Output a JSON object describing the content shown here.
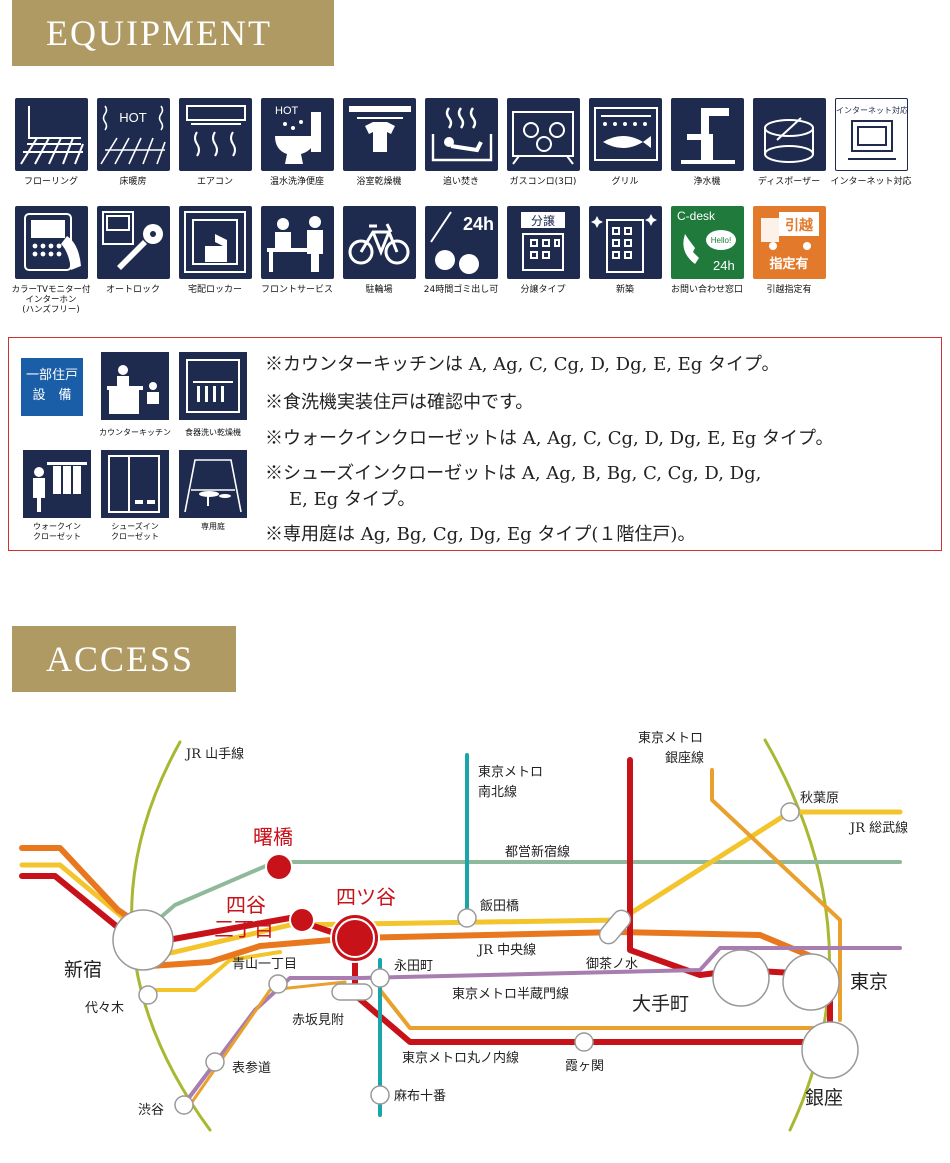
{
  "equipment": {
    "title": "EQUIPMENT",
    "row1": [
      {
        "icon": "flooring-icon",
        "label": "フローリング"
      },
      {
        "icon": "floor-heating-icon",
        "label": "床暖房",
        "tile_text": "HOT"
      },
      {
        "icon": "air-conditioner-icon",
        "label": "エアコン"
      },
      {
        "icon": "washlet-icon",
        "label": "温水洗浄便座",
        "tile_text": "HOT"
      },
      {
        "icon": "bathroom-dryer-icon",
        "label": "浴室乾燥機"
      },
      {
        "icon": "reheating-bath-icon",
        "label": "追い焚き"
      },
      {
        "icon": "gas-stove-icon",
        "label": "ガスコンロ(3口)"
      },
      {
        "icon": "grill-icon",
        "label": "グリル"
      },
      {
        "icon": "water-purifier-icon",
        "label": "浄水機"
      },
      {
        "icon": "disposer-icon",
        "label": "ディスポーザー"
      },
      {
        "icon": "internet-icon",
        "label": "インターネット対応",
        "tile_text": "インターネット対応"
      }
    ],
    "row2": [
      {
        "icon": "intercom-icon",
        "label": "カラーTVモニター付\nインターホン\n(ハンズフリー)"
      },
      {
        "icon": "auto-lock-icon",
        "label": "オートロック"
      },
      {
        "icon": "delivery-locker-icon",
        "label": "宅配ロッカー"
      },
      {
        "icon": "front-service-icon",
        "label": "フロントサービス"
      },
      {
        "icon": "bicycle-parking-icon",
        "label": "駐輪場"
      },
      {
        "icon": "garbage-24h-icon",
        "label": "24時間ゴミ出し可",
        "tile_text": "24h"
      },
      {
        "icon": "condominium-icon",
        "label": "分譲タイプ",
        "tile_text": "分譲"
      },
      {
        "icon": "new-building-icon",
        "label": "新築"
      },
      {
        "icon": "c-desk-icon",
        "label": "お問い合わせ窓口",
        "tile_text": "C-desk",
        "tile_sub": "Hello!",
        "tile_sub2": "24h"
      },
      {
        "icon": "moving-truck-icon",
        "label": "引越指定有",
        "tile_text": "引越",
        "tile_sub": "指定有"
      }
    ]
  },
  "partial": {
    "badge_line1": "一部住戸",
    "badge_line2": "設　備",
    "icons": [
      {
        "icon": "counter-kitchen-icon",
        "label": "カウンターキッチン"
      },
      {
        "icon": "dishwasher-icon",
        "label": "食器洗い乾燥機"
      },
      {
        "icon": "walk-in-closet-icon",
        "label": "ウォークイン\nクローゼット"
      },
      {
        "icon": "shoes-closet-icon",
        "label": "シューズイン\nクローゼット"
      },
      {
        "icon": "private-garden-icon",
        "label": "専用庭"
      }
    ],
    "notes": [
      "※カウンターキッチンは A, Ag, C, Cg, D, Dg, E, Eg タイプ。",
      "※食洗機実装住戸は確認中です。",
      "※ウォークインクローゼットは A, Ag, C, Cg, D, Dg, E, Eg タイプ。",
      "※シューズインクローゼットは A, Ag, B, Bg, C, Cg, D, Dg,",
      "E, Eg タイプ。",
      "※専用庭は Ag, Bg, Cg, Dg, Eg タイプ(１階住戸)。"
    ]
  },
  "access": {
    "title": "ACCESS",
    "lines": {
      "yamanote": "JR 山手線",
      "nanboku": "東京メトロ\n南北線",
      "shinjuku": "都営新宿線",
      "ginza": "東京メトロ\n銀座線",
      "sobu": "JR 総武線",
      "chuo": "JR 中央線",
      "hanzomon": "東京メトロ半蔵門線",
      "marunouchi": "東京メトロ丸ノ内線"
    },
    "stations": {
      "akebonobashi": "曙橋",
      "yotsuya_sanchome": "四谷\n三丁目",
      "yotsuya": "四ツ谷",
      "shinjuku": "新宿",
      "yoyogi": "代々木",
      "aoyama": "青山一丁目",
      "nagatacho": "永田町",
      "akasaka_mitsuke": "赤坂見附",
      "iidabashi": "飯田橋",
      "ochanomizu": "御茶ノ水",
      "otemachi": "大手町",
      "tokyo": "東京",
      "akihabara": "秋葉原",
      "ginza": "銀座",
      "kasumigaseki": "霞ヶ関",
      "omotesando": "表参道",
      "shibuya": "渋谷",
      "azabu_juban": "麻布十番"
    },
    "colors": {
      "yamanote": "#a8b832",
      "chuo": "#e8771e",
      "sobu": "#f3c42b",
      "marunouchi": "#c8121a",
      "hanzomon": "#a87db0",
      "nanboku": "#1aa5a8",
      "shinjuku": "#8fb99a",
      "ginza": "#eaa02c",
      "highlight": "#c8121a"
    }
  }
}
